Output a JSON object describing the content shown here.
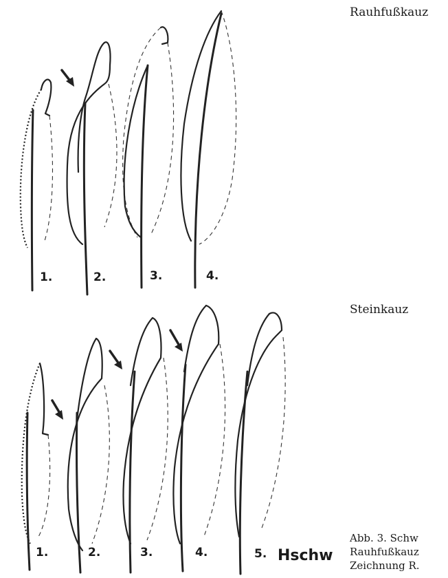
{
  "labels": {
    "rauhfusskauz": "Rauhfußkauz",
    "steinkauz": "Steinkauz"
  },
  "top_numbers": [
    "1.",
    "2.",
    "3.",
    "4."
  ],
  "bottom_numbers": [
    "1.",
    "2.",
    "3.",
    "4.",
    "5."
  ],
  "signature": "Hschw",
  "caption": {
    "line1": "Abb. 3. Schw",
    "line2": "Rauhfußkauz",
    "line3": "Zeichnung R."
  }
}
